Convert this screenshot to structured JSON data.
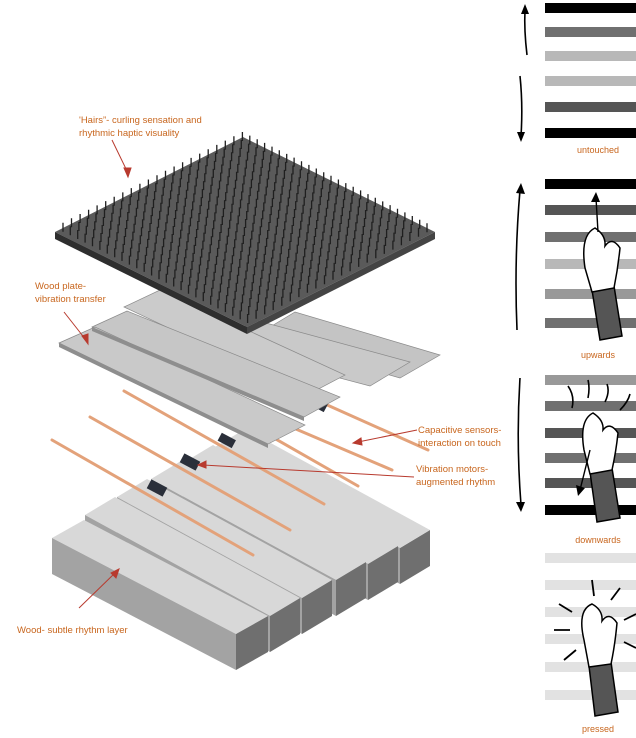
{
  "annotations": {
    "hairs": {
      "line1": "'Hairs”- curling sensation and",
      "line2": "rhythmic haptic visuality"
    },
    "wood_plate": {
      "line1": "Wood plate-",
      "line2": "vibration transfer"
    },
    "capacitive": {
      "line1": "Capacitive sensors-",
      "line2": "interaction on touch"
    },
    "motors": {
      "line1": "Vibration motors-",
      "line2": "augmented rhythm"
    },
    "wood_layer": {
      "line1": "Wood- subtle rhythm layer"
    }
  },
  "states": [
    {
      "label": "untouched"
    },
    {
      "label": "upwards"
    },
    {
      "label": "downwards"
    },
    {
      "label": "pressed"
    }
  ],
  "colors": {
    "annotation_text": "#c8661e",
    "leader_line": "#b83a2e",
    "hairs": "#3c3c3c",
    "wood": "#a8a8a8",
    "copper": "#e3a27a"
  }
}
